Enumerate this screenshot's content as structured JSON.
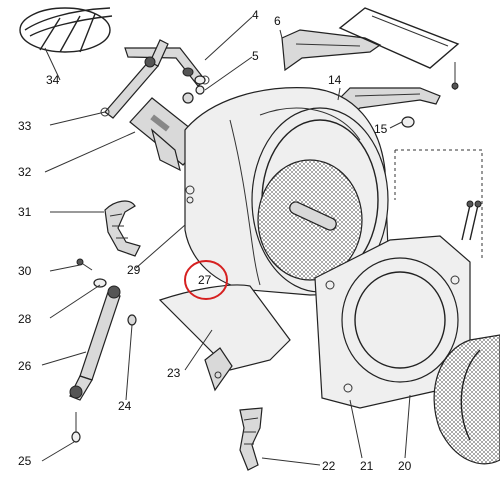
{
  "labels": {
    "l4": "4",
    "l5": "5",
    "l6": "6",
    "l14": "14",
    "l15": "15",
    "l34": "34",
    "l33": "33",
    "l32": "32",
    "l31": "31",
    "l30": "30",
    "l28": "28",
    "l26": "26",
    "l25": "25",
    "l29": "29",
    "l27": "27",
    "l23": "23",
    "l24": "24",
    "l22": "22",
    "l21": "21",
    "l20": "20"
  },
  "highlight": {
    "label": "27",
    "color": "#d62020"
  }
}
